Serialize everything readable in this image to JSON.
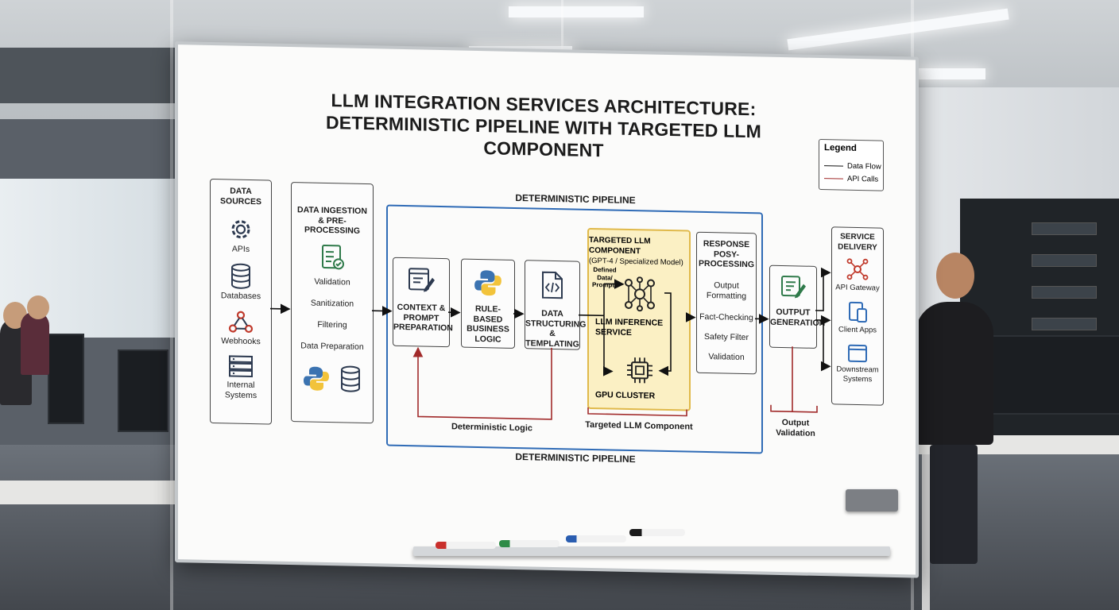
{
  "diagram": {
    "title_line1": "LLM INTEGRATION SERVICES ARCHITECTURE:",
    "title_line2": "DETERMINISTIC PIPELINE WITH TARGETED LLM COMPONENT",
    "legend": {
      "title": "Legend",
      "data_flow": "Data Flow",
      "api_calls": "API Calls"
    },
    "data_sources": {
      "header": "DATA SOURCES",
      "items": [
        "APIs",
        "Databases",
        "Webhooks",
        "Internal Systems"
      ]
    },
    "ingestion": {
      "header": "DATA INGESTION & PRE-PROCESSING",
      "items": [
        "Validation",
        "Sanitization",
        "Filtering",
        "Data Preparation"
      ]
    },
    "pipeline_label_top": "DETERMINISTIC PIPELINE",
    "pipeline_label_bottom": "DETERMINISTIC PIPELINE",
    "context": {
      "label": "CONTEXT & PROMPT PREPARATION"
    },
    "rules": {
      "label": "RULE-BASED BUSINESS LOGIC"
    },
    "structuring": {
      "label": "DATA STRUCTURING & TEMPLATING"
    },
    "llm_component": {
      "header": "TARGETED LLM COMPONENT",
      "subheader": "(GPT-4 / Specialized Model)",
      "side_note": "Defined Data/ Prompts",
      "inference": "LLM INFERENCE SERVICE",
      "gpu": "GPU CLUSTER",
      "bracket_label": "Targeted LLM Component"
    },
    "loop_label": "Deterministic Logic",
    "post_processing": {
      "header": "RESPONSE POSY-PROCESSING",
      "items": [
        "Output Formatting",
        "Fact-Checking",
        "Safety Filter",
        "Validation"
      ]
    },
    "output_generation": {
      "label": "OUTPUT GENERATION"
    },
    "output_validation": "Output Validation",
    "service_delivery": {
      "header": "SERVICE DELIVERY",
      "items": [
        "API Gateway",
        "Client Apps",
        "Downstream Systems"
      ]
    },
    "colors": {
      "pipeline_border": "#2f6bb6",
      "llm_fill": "#fbf0c4",
      "llm_border": "#e0b94a",
      "api_call_line": "#a12a2a"
    }
  }
}
